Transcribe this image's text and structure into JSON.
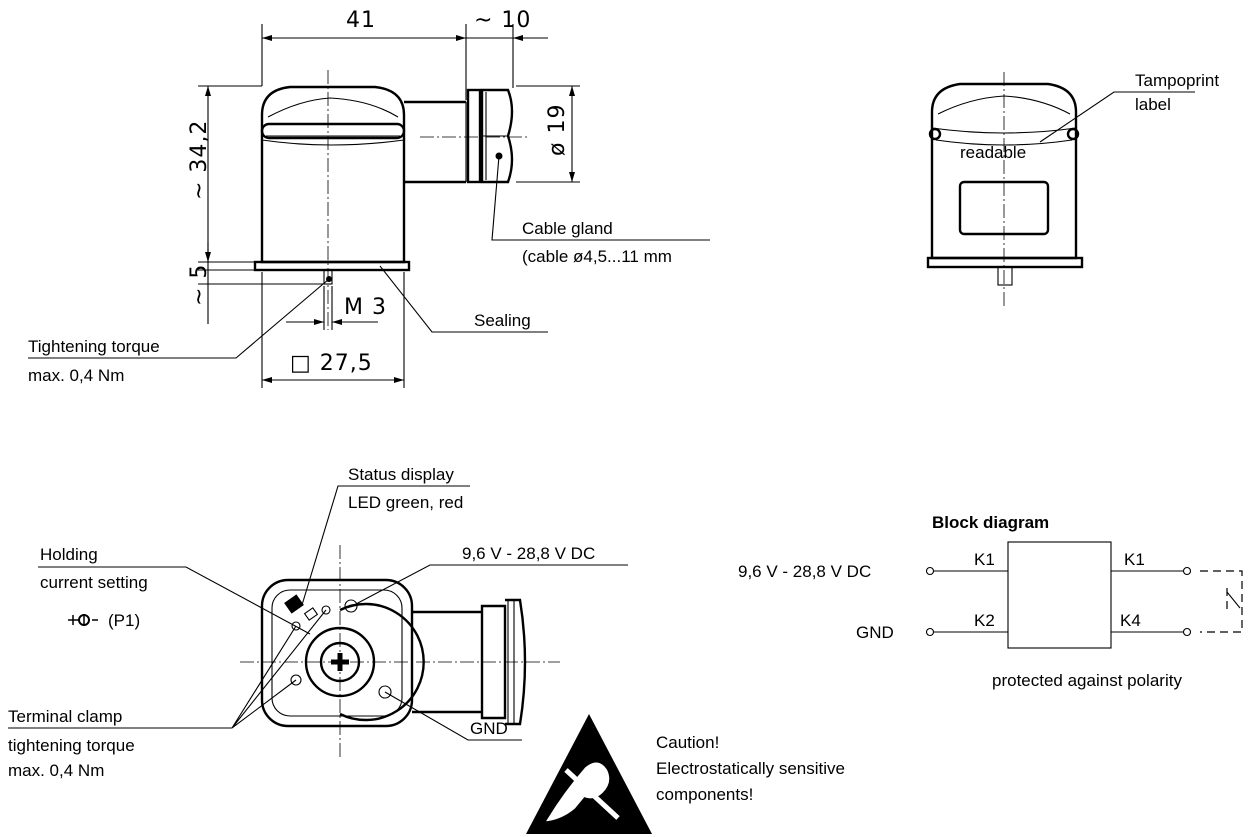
{
  "dimensions": {
    "width_41": "41",
    "gland_10": "~ 10",
    "height_34": "~ 34,2",
    "dia_19": "ø 19",
    "flange_5": "~ 5",
    "thread_m3": "M 3",
    "square_275": "□ 27,5"
  },
  "side_view": {
    "cable_gland_line1": "Cable gland",
    "cable_gland_line2": "(cable ø4,5...11 mm",
    "sealing": "Sealing",
    "torque_line1": "Tightening torque",
    "torque_line2": "max. 0,4 Nm"
  },
  "front_view": {
    "tampoprint_line1": "Tampoprint",
    "tampoprint_line2": "label",
    "readable": "readable"
  },
  "top_view": {
    "status_line1": "Status display",
    "status_line2": "LED green, red",
    "holding_line1": "Holding",
    "holding_line2": "current setting",
    "p1": "(P1)",
    "voltage": "9,6 V - 28,8 V DC",
    "gnd": "GND",
    "terminal_line1": "Terminal clamp",
    "terminal_line2": "tightening torque",
    "terminal_line3": "max. 0,4 Nm"
  },
  "block_diagram": {
    "title": "Block diagram",
    "input_voltage": "9,6 V - 28,8 V DC",
    "input_gnd": "GND",
    "k1_in": "K1",
    "k2_in": "K2",
    "k1_out": "K1",
    "k4_out": "K4",
    "polarity_note": "protected against polarity"
  },
  "caution": {
    "line1": "Caution!",
    "line2": "Electrostatically sensitive",
    "line3": "components!"
  }
}
